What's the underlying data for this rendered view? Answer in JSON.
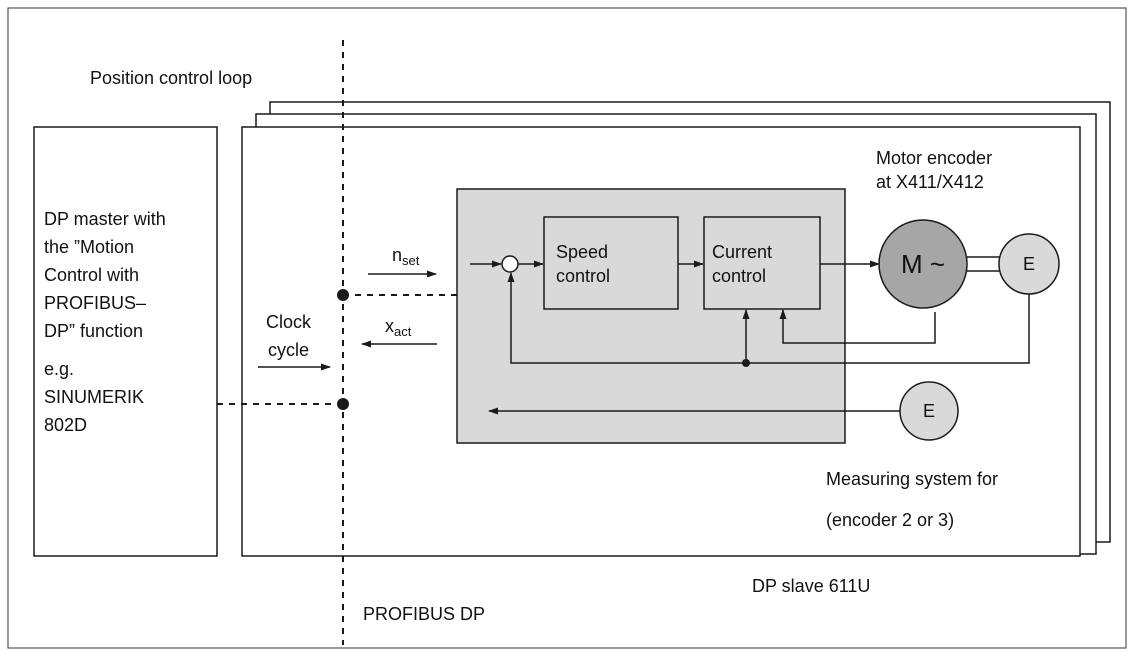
{
  "labels": {
    "position_control_loop": "Position control loop",
    "dp_master_lines": [
      "DP master with",
      "the ”Motion",
      "Control with",
      "PROFIBUS–",
      "DP” function"
    ],
    "dp_master_example_lines": [
      "e.g.",
      "SINUMERIK",
      "802D"
    ],
    "clock_cycle_lines": [
      "Clock",
      "cycle"
    ],
    "n_set": {
      "base": "n",
      "sub": "set"
    },
    "x_act": {
      "base": "x",
      "sub": "act"
    },
    "speed_control_lines": [
      "Speed",
      "control"
    ],
    "current_control_lines": [
      "Current",
      "control"
    ],
    "motor": "M ~",
    "motor_encoder": "E",
    "measuring_encoder": "E",
    "motor_encoder_caption_lines": [
      "Motor encoder",
      "at X411/X412"
    ],
    "measuring_system_caption_lines": [
      "Measuring system for",
      "(encoder 2 or 3)"
    ],
    "dp_slave": "DP slave 611U",
    "profibus_dp": "PROFIBUS DP"
  },
  "colors": {
    "line": "#1a1a1a",
    "controller_fill": "#d9d9d9",
    "motor_fill": "#a6a6a6",
    "encoder_fill": "#d9d9d9",
    "box_fill": "#ffffff"
  }
}
